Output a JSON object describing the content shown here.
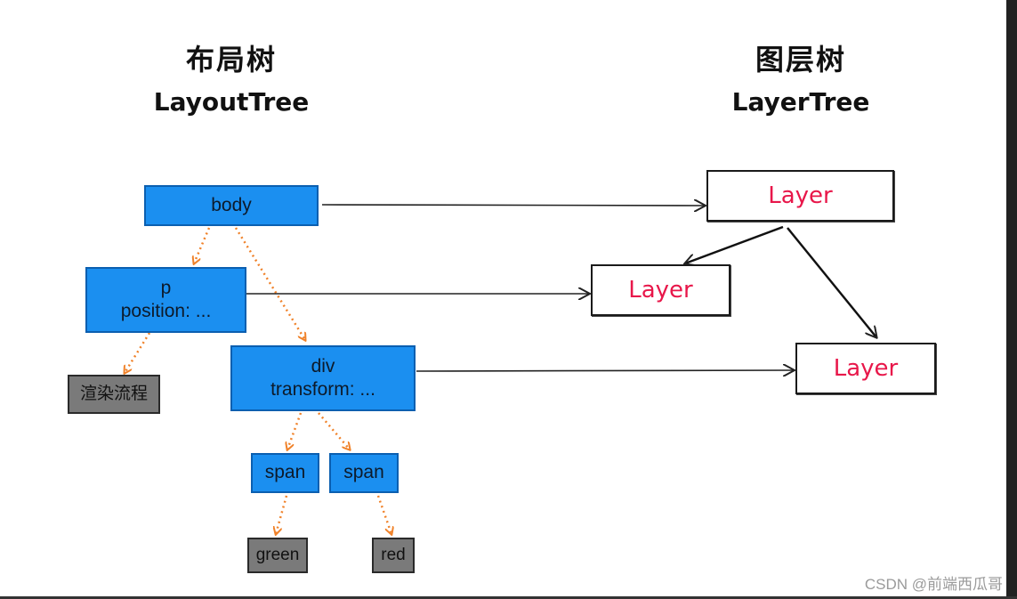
{
  "headings": {
    "left": {
      "cn": "布局树",
      "en": "LayoutTree"
    },
    "right": {
      "cn": "图层树",
      "en": "LayerTree"
    }
  },
  "layout_tree": {
    "body": "body",
    "p": [
      "p",
      "position: ..."
    ],
    "render_process": "渲染流程",
    "div": [
      "div",
      "transform: ..."
    ],
    "span1": "span",
    "span2": "span",
    "green": "green",
    "red": "red"
  },
  "layer_tree": {
    "layer_root": "Layer",
    "layer_p": "Layer",
    "layer_div": "Layer"
  },
  "colors": {
    "node_blue": "#1b8ff0",
    "node_gray": "#7a7a7a",
    "layer_text": "#e8174a",
    "dotted_arrow": "#f0822a",
    "solid_arrow": "#222222"
  },
  "watermark": "CSDN @前端西瓜哥"
}
